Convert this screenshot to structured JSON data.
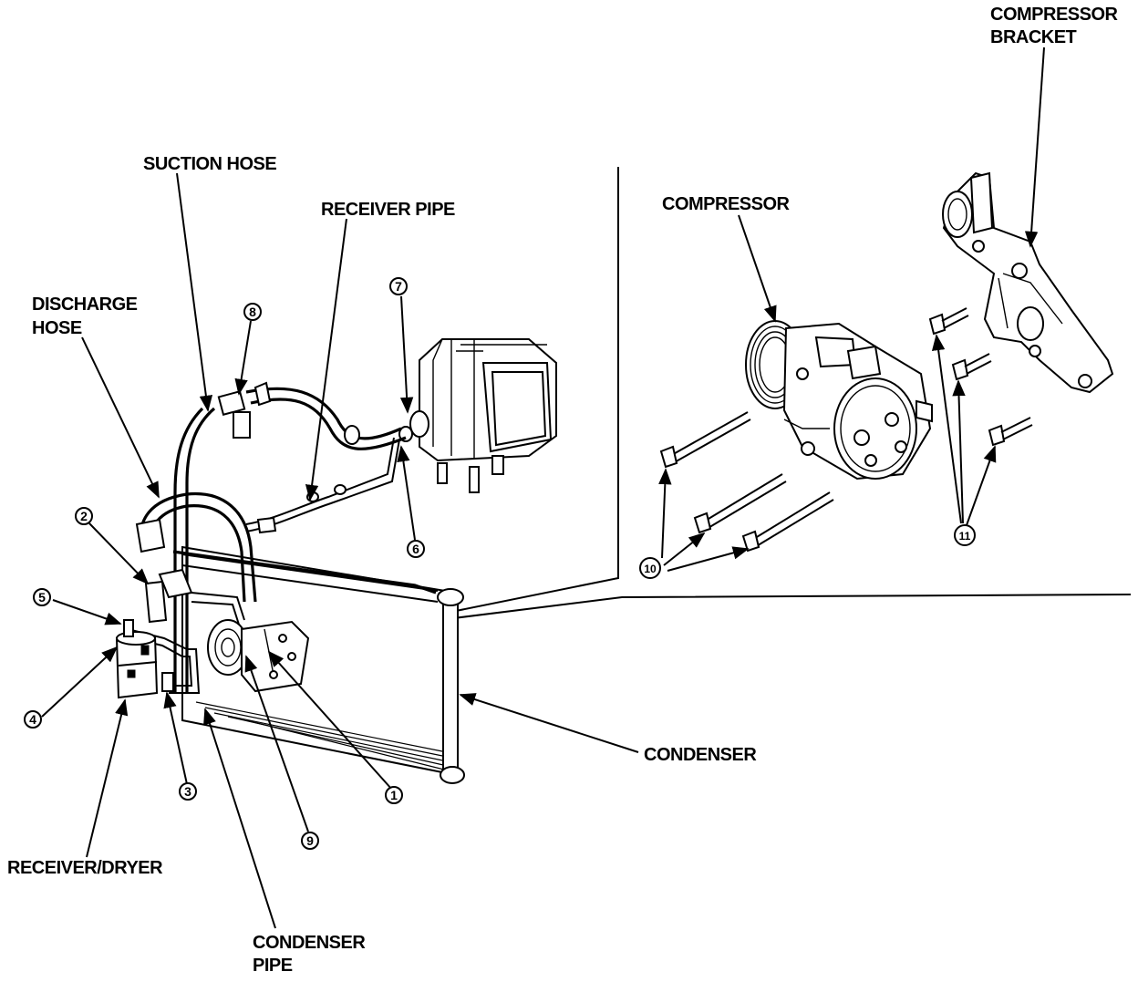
{
  "labels": {
    "compressor_bracket_line1": "COMPRESSOR",
    "compressor_bracket_line2": "BRACKET",
    "suction_hose": "SUCTION HOSE",
    "receiver_pipe": "RECEIVER PIPE",
    "discharge_hose_line1": "DISCHARGE",
    "discharge_hose_line2": "HOSE",
    "compressor": "COMPRESSOR",
    "condenser": "CONDENSER",
    "receiver_dryer": "RECEIVER/DRYER",
    "condenser_pipe_line1": "CONDENSER",
    "condenser_pipe_line2": "PIPE"
  },
  "callouts": {
    "c1": "1",
    "c2": "2",
    "c3": "3",
    "c4": "4",
    "c5": "5",
    "c6": "6",
    "c7": "7",
    "c8": "8",
    "c9": "9",
    "c10": "10",
    "c11": "11"
  },
  "colors": {
    "ink": "#000000",
    "paper": "#ffffff"
  }
}
